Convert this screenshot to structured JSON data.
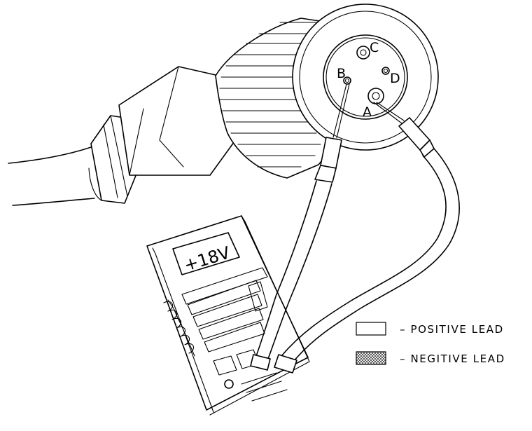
{
  "connector": {
    "pins": [
      {
        "id": "a",
        "label": "A"
      },
      {
        "id": "b",
        "label": "B"
      },
      {
        "id": "c",
        "label": "C"
      },
      {
        "id": "d",
        "label": "D"
      }
    ]
  },
  "power_module": {
    "label": "+18V"
  },
  "legend": {
    "positive": "–  POSITIVE LEAD",
    "negative": "–  NEGITIVE LEAD"
  }
}
